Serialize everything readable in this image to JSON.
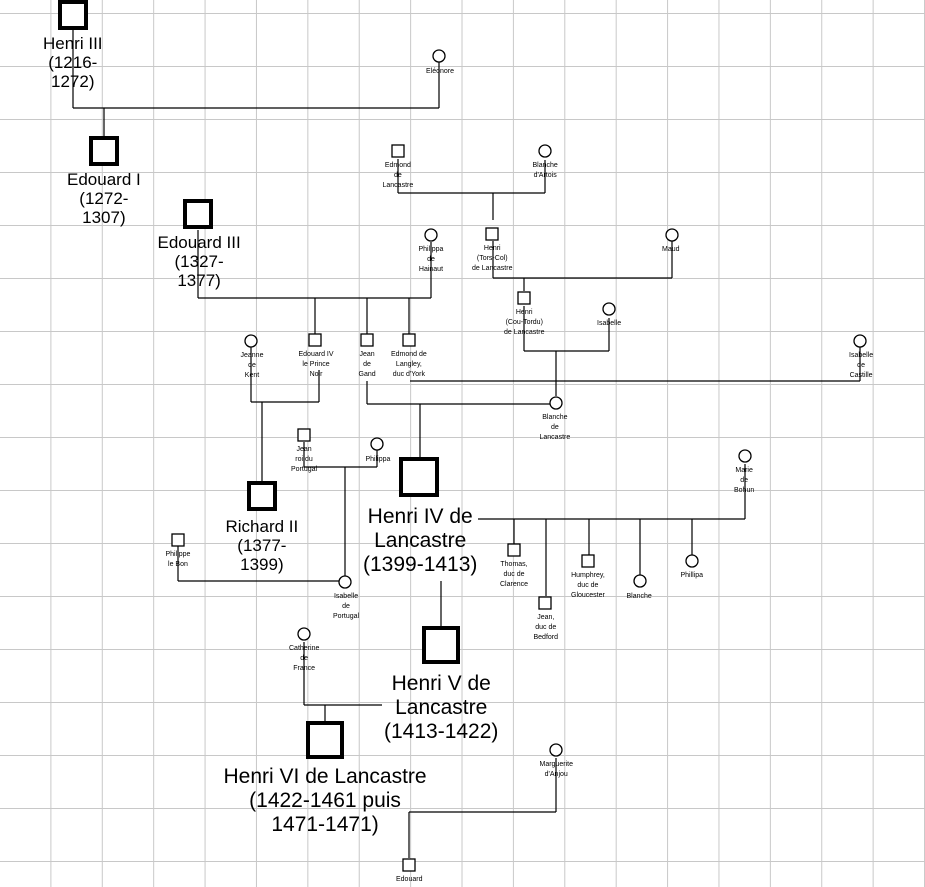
{
  "people": [
    {
      "id": "henri3",
      "sex": "m",
      "major": true,
      "label": "Henri III\n(1216-\n1272)"
    },
    {
      "id": "eleonore",
      "sex": "f",
      "label": "Eléonore"
    },
    {
      "id": "edouard1",
      "sex": "m",
      "major": true,
      "label": "Edouard I\n(1272-\n1307)"
    },
    {
      "id": "edmond_lancastre",
      "sex": "m",
      "label": "Edmond\nde\nLancastre"
    },
    {
      "id": "blanche_artois",
      "sex": "f",
      "label": "Blanche\nd'Artois"
    },
    {
      "id": "edouard3",
      "sex": "m",
      "major": true,
      "label": "Edouard III\n(1327-\n1377)"
    },
    {
      "id": "philippa_hainaut",
      "sex": "f",
      "label": "Philippa\nde\nHainaut"
    },
    {
      "id": "henri_torscol",
      "sex": "m",
      "label": "Henri\n(Tors-Col)\nde Lancastre"
    },
    {
      "id": "maud",
      "sex": "f",
      "label": "Maud"
    },
    {
      "id": "henri_coutordu",
      "sex": "m",
      "label": "Henri\n(Cou-Tordu)\nde Lancastre"
    },
    {
      "id": "isabelle_1",
      "sex": "f",
      "label": "Isabelle"
    },
    {
      "id": "jeanne_kent",
      "sex": "f",
      "label": "Jeanne\nde\nKent"
    },
    {
      "id": "edouard4_prince_noir",
      "sex": "m",
      "label": "Edouard IV\nle Prince\nNoir"
    },
    {
      "id": "jean_gand",
      "sex": "m",
      "label": "Jean\nde\nGand"
    },
    {
      "id": "edmond_langley",
      "sex": "m",
      "label": "Edmond de\nLangley,\nduc d'York"
    },
    {
      "id": "isabelle_castille",
      "sex": "f",
      "label": "Isabelle\nde\nCastille"
    },
    {
      "id": "blanche_lancastre",
      "sex": "f",
      "label": "Blanche\nde\nLancastre"
    },
    {
      "id": "jean_portugal",
      "sex": "m",
      "label": "Jean\nroi du\nPortugal"
    },
    {
      "id": "philippa_1",
      "sex": "f",
      "label": "Philippa"
    },
    {
      "id": "henri4",
      "sex": "m",
      "major": true,
      "label": "Henri IV de\nLancastre\n(1399-1413)"
    },
    {
      "id": "marie_bohun",
      "sex": "f",
      "label": "Marie\nde\nBohun"
    },
    {
      "id": "richard2",
      "sex": "m",
      "major": true,
      "label": "Richard II\n(1377-\n1399)"
    },
    {
      "id": "philippe_bon",
      "sex": "m",
      "label": "Philippe\nle Bon"
    },
    {
      "id": "thomas_clarence",
      "sex": "m",
      "label": "Thomas,\nduc de\nClarence"
    },
    {
      "id": "humphrey_gloucester",
      "sex": "m",
      "label": "Humphrey,\nduc de\nGloucester"
    },
    {
      "id": "blanche_2",
      "sex": "f",
      "label": "Blanche"
    },
    {
      "id": "philippa_2",
      "sex": "f",
      "label": "Phillipa"
    },
    {
      "id": "jean_bedford",
      "sex": "m",
      "label": "Jean,\nduc de\nBedford"
    },
    {
      "id": "isabelle_portugal",
      "sex": "f",
      "label": "Isabelle\nde\nPortugal"
    },
    {
      "id": "catherine_france",
      "sex": "f",
      "label": "Catherine\nde\nFrance"
    },
    {
      "id": "henri5",
      "sex": "m",
      "major": true,
      "label": "Henri V de\nLancastre\n(1413-1422)"
    },
    {
      "id": "henri6",
      "sex": "m",
      "major": true,
      "label": "Henri VI de Lancastre\n(1422-1461 puis\n1471-1471)"
    },
    {
      "id": "marguerite_anjou",
      "sex": "f",
      "label": "Marguerite\nd'Anjou"
    },
    {
      "id": "edouard_fils",
      "sex": "m",
      "label": "Edouard"
    }
  ]
}
